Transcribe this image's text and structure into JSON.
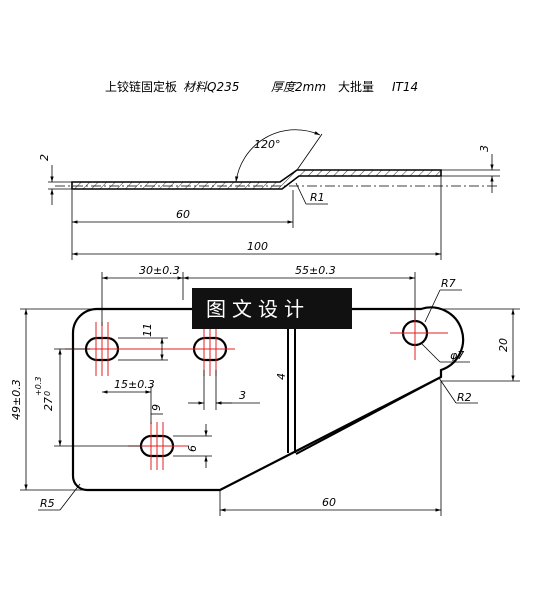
{
  "title": {
    "part_name": "上铰链固定板",
    "material": "材料Q235",
    "thickness": "厚度2mm",
    "batch": "大批量",
    "tolerance": "IT14"
  },
  "watermark": "图文设计",
  "side_view": {
    "angle": "120°",
    "bend_radius": "R1",
    "left_thickness": "2",
    "right_thickness": "3",
    "bend_length": "60",
    "total_length": "100"
  },
  "plan_view": {
    "hole_spacing_a": "30±0.3",
    "hole_spacing_b": "55±0.3",
    "outer_radius_top": "R7",
    "slot_height": "11",
    "hole_offset": "15±0.3",
    "slot_width": "3",
    "bend_line": "4",
    "lower_slot_width": "6",
    "lower_slot_height": "9",
    "height_total": "49±0.3",
    "height_holes": "27",
    "tol_upper": "+0.3",
    "tol_lower": "0",
    "hole_dia": "φ7",
    "right_height": "20",
    "corner_r2": "R2",
    "corner_r5": "R5",
    "bottom_length": "60"
  }
}
